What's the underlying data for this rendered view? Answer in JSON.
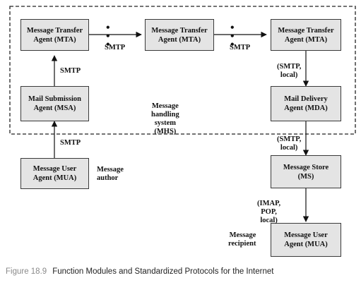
{
  "boxes": {
    "mta_1": "Message Transfer\nAgent (MTA)",
    "mta_2": "Message Transfer\nAgent (MTA)",
    "mta_3": "Message Transfer\nAgent (MTA)",
    "msa": "Mail Submission\nAgent (MSA)",
    "mda": "Mail Delivery\nAgent (MDA)",
    "ms": "Message Store\n(MS)",
    "mua_author": "Message User\nAgent (MUA)",
    "mua_recipient": "Message User\nAgent (MUA)"
  },
  "labels": {
    "smtp_mta1_mta2": "SMTP",
    "smtp_mta2_mta3": "SMTP",
    "smtp_msa_mta": "SMTP",
    "smtp_mua_msa": "SMTP",
    "smtp_local_mta_mda": "(SMTP,\nlocal)",
    "smtp_local_mda_ms": "(SMTP,\nlocal)",
    "imap_pop_local": "(IMAP, POP,\nlocal)",
    "mhs": "Message handling\nsystem (MHS)",
    "author": "Message\nauthor",
    "recipient": "Message\nrecipient"
  },
  "caption": {
    "number": "Figure 18.9",
    "text": "Function Modules and Standardized Protocols for the Internet"
  }
}
